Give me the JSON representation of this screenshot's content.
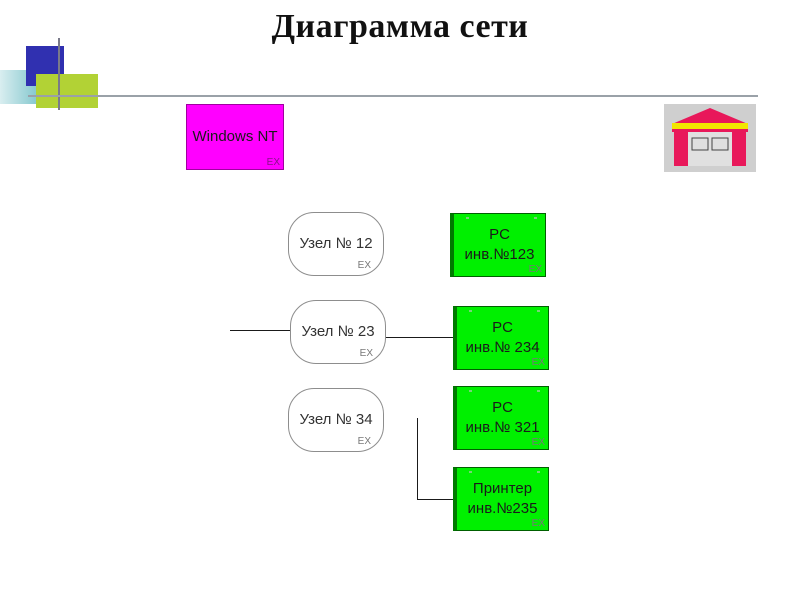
{
  "title": "Диаграмма сети",
  "server": {
    "label": "Windows NT",
    "ex": "EX"
  },
  "nodes": [
    {
      "label": "Узел № 12",
      "ex": "EX"
    },
    {
      "label": "Узел № 23",
      "ex": "EX"
    },
    {
      "label": "Узел № 34",
      "ex": "EX"
    }
  ],
  "devices": [
    {
      "line1": "PC",
      "line2": "инв.№123",
      "ex": "EX"
    },
    {
      "line1": "PC",
      "line2": "инв.№ 234",
      "ex": "EX"
    },
    {
      "line1": "PC",
      "line2": "инв.№ 321",
      "ex": "EX"
    },
    {
      "line1": "Принтер",
      "line2": "инв.№235",
      "ex": "EX"
    }
  ],
  "colors": {
    "server": "#ff00ff",
    "device": "#00f000",
    "logo_roof": "#e8185a",
    "logo_stripe": "#f2e600"
  },
  "icons": {
    "logo": "house-icon"
  }
}
